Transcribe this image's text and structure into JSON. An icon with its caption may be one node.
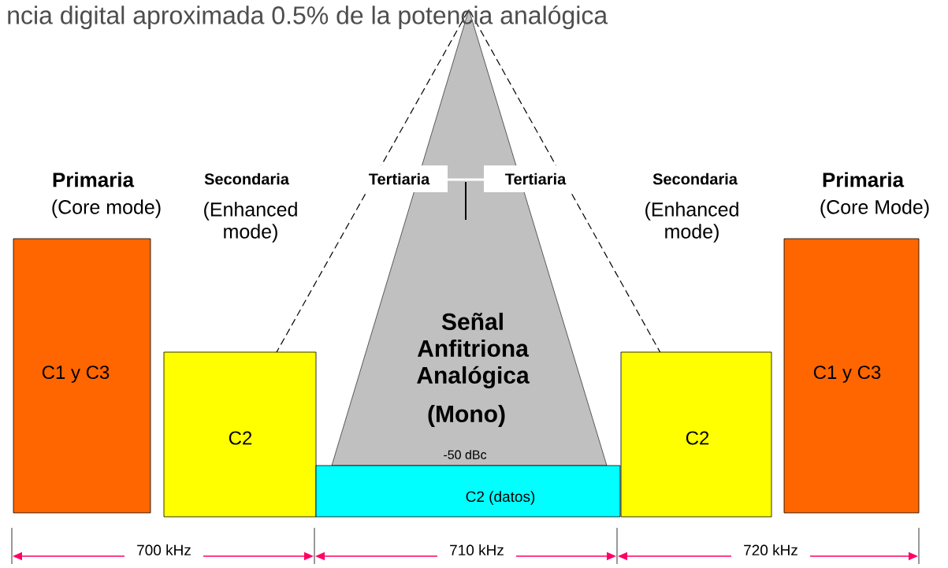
{
  "diagram": {
    "nodes": [
      {
        "text": [
          "Primaria",
          "(Core mode)",
          "C1  y   C3"
        ]
      },
      {
        "text": [
          "C2"
        ]
      },
      {
        "text": [
          "Señal Anfitriona Analógica",
          "(Mono)",
          "-50 dBc"
        ]
      },
      {
        "text": [
          "C2 (datos)"
        ]
      },
      {
        "text": [
          "C2"
        ]
      },
      {
        "text": [
          "Primaria",
          "(Core Mode)",
          "C1  y   C3"
        ]
      }
    ],
    "labels": [
      "ncia digital aproximada 0.5% de la potencia analógica",
      "Secondaria",
      "(Enhanced mode)",
      "Tertiaria",
      "Tertiaria",
      "Secondaria",
      "(Enhanced mode)",
      "700 kHz",
      "710 kHz",
      "720 kHz"
    ]
  }
}
